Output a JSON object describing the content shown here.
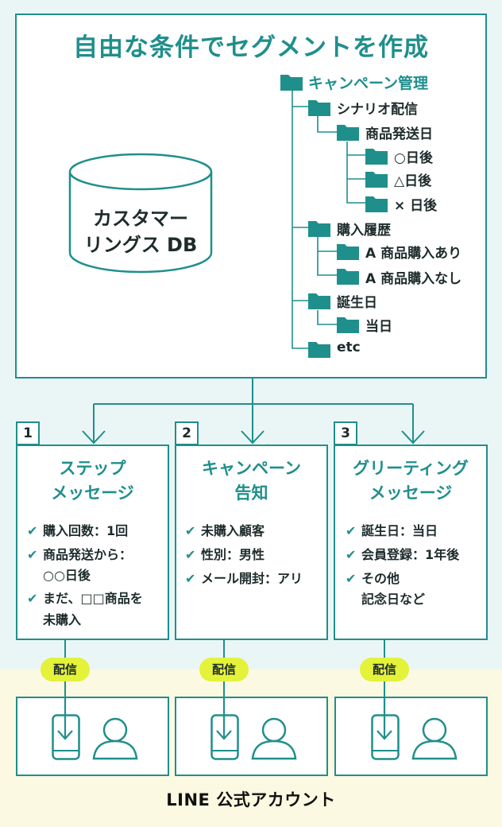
{
  "title": "自由な条件でセグメントを作成",
  "db": {
    "line1": "カスタマー",
    "line2": "リングス DB"
  },
  "tree": {
    "root": "キャンペーン管理",
    "scenario": "シナリオ配信",
    "shipping": "商品発送日",
    "day_circle": "○日後",
    "day_triangle": "△日後",
    "day_cross": "× 日後",
    "purchase_history": "購入履歴",
    "purchased": "A 商品購入あり",
    "not_purchased": "A 商品購入なし",
    "birthday": "誕生日",
    "same_day": "当日",
    "etc": "etc"
  },
  "cards": [
    {
      "num": "1",
      "title1": "ステップ",
      "title2": "メッセージ",
      "items": [
        "購入回数：1回",
        "商品発送から：",
        "○○日後",
        "まだ、□□商品を",
        "未購入"
      ]
    },
    {
      "num": "2",
      "title1": "キャンペーン",
      "title2": "告知",
      "items": [
        "未購入顧客",
        "性別：男性",
        "メール開封：アリ"
      ]
    },
    {
      "num": "3",
      "title1": "グリーティング",
      "title2": "メッセージ",
      "items": [
        "誕生日：当日",
        "会員登録：1年後",
        "その他",
        "記念日など"
      ]
    }
  ],
  "badge": "配信",
  "footer": "LINE 公式アカウント",
  "icons": {
    "folder": "folder-icon",
    "check": "check-icon",
    "phone": "smartphone-icon",
    "person": "person-icon"
  },
  "colors": {
    "teal": "#1f8f8c",
    "badge": "#e4f23a",
    "bg_top": "#eaf6f6",
    "bg_bottom": "#fbf9e1"
  }
}
